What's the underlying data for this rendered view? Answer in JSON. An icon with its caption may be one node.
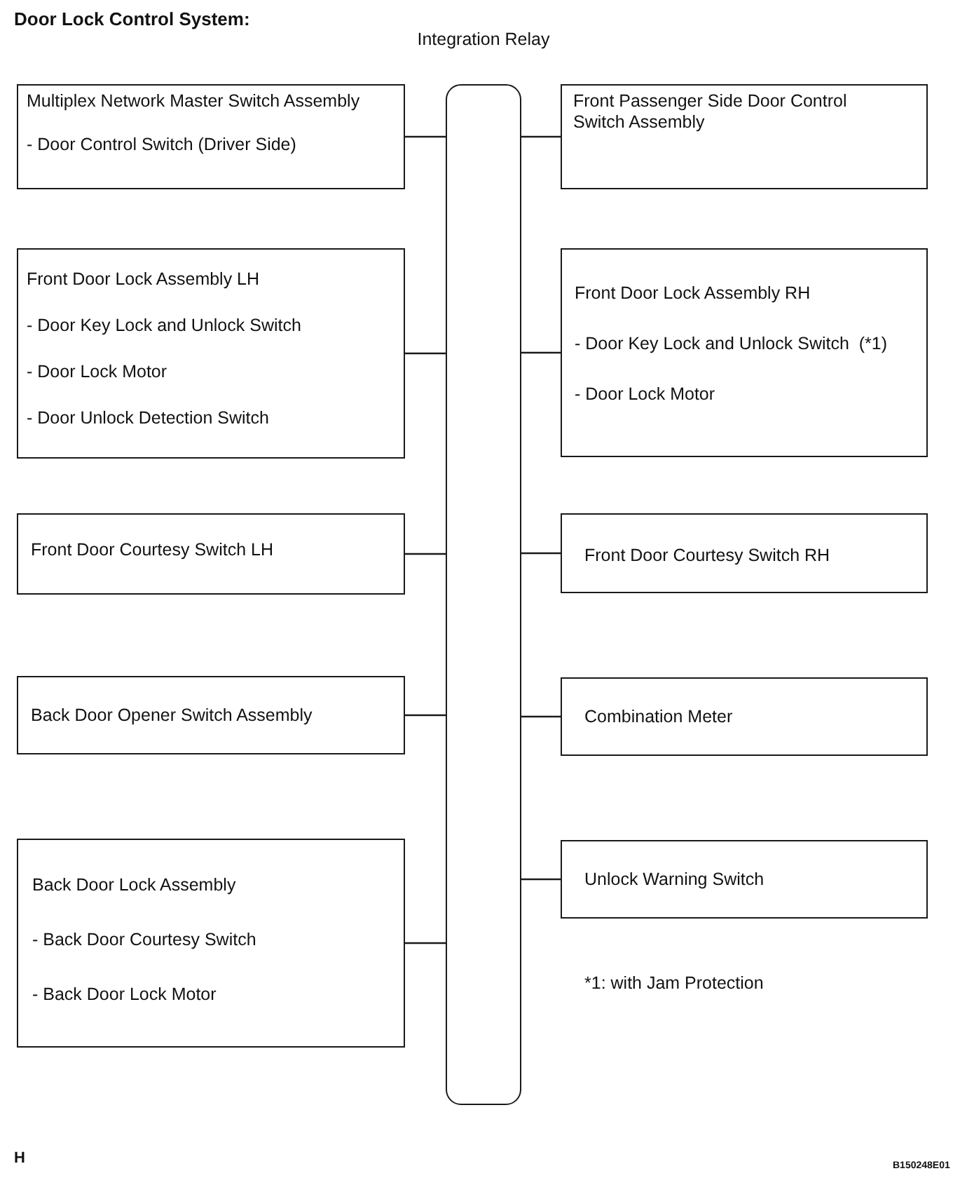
{
  "diagram": {
    "title": "Door Lock Control System:",
    "nodes": [
      {
        "text": [
          "Integration Relay"
        ]
      },
      {
        "text": [
          "Multiplex Network Master Switch Assembly",
          "- Door Control Switch (Driver Side)"
        ]
      },
      {
        "text": [
          "Front Passenger Side Door Control Switch Assembly"
        ]
      },
      {
        "text": [
          "Front Door Lock Assembly LH",
          "- Door Key Lock and Unlock Switch",
          "- Door Lock Motor",
          "- Door Unlock Detection Switch"
        ]
      },
      {
        "text": [
          "Front Door Lock Assembly RH",
          "- Door Key Lock and Unlock Switch  (*1)",
          "- Door Lock Motor"
        ]
      },
      {
        "text": [
          "Front Door Courtesy Switch LH"
        ]
      },
      {
        "text": [
          "Front Door Courtesy Switch RH"
        ]
      },
      {
        "text": [
          "Back Door Opener Switch Assembly"
        ]
      },
      {
        "text": [
          "Combination Meter"
        ]
      },
      {
        "text": [
          "Back Door Lock Assembly",
          "- Back Door Courtesy Switch",
          "- Back Door Lock Motor"
        ]
      },
      {
        "text": [
          "Unlock Warning Switch"
        ]
      }
    ],
    "edges": [
      {
        "from": 1,
        "to": 0,
        "arrow": "none"
      },
      {
        "from": 2,
        "to": 0,
        "arrow": "none"
      },
      {
        "from": 3,
        "to": 0,
        "arrow": "none"
      },
      {
        "from": 4,
        "to": 0,
        "arrow": "none"
      },
      {
        "from": 5,
        "to": 0,
        "arrow": "none"
      },
      {
        "from": 6,
        "to": 0,
        "arrow": "none"
      },
      {
        "from": 7,
        "to": 0,
        "arrow": "none"
      },
      {
        "from": 8,
        "to": 0,
        "arrow": "none"
      },
      {
        "from": 9,
        "to": 0,
        "arrow": "none"
      },
      {
        "from": 10,
        "to": 0,
        "arrow": "none"
      }
    ],
    "labels": [
      "*1: with Jam Protection",
      "H",
      "B150248E01"
    ]
  }
}
